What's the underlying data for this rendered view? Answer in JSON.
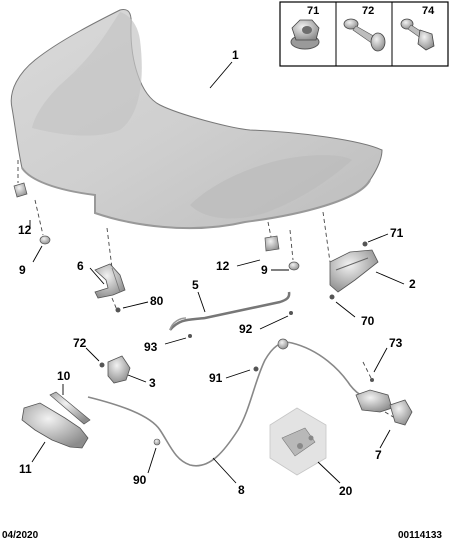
{
  "parts_box": {
    "headers": [
      "71",
      "72",
      "74"
    ]
  },
  "callouts": {
    "c1": "1",
    "c12a": "12",
    "c9a": "9",
    "c6": "6",
    "c80": "80",
    "c12b": "12",
    "c9b": "9",
    "c5": "5",
    "c71": "71",
    "c2": "2",
    "c70": "70",
    "c93": "93",
    "c92": "92",
    "c72": "72",
    "c10": "10",
    "c3": "3",
    "c91": "91",
    "c73": "73",
    "c11": "11",
    "c7": "7",
    "c90": "90",
    "c8": "8",
    "c20": "20"
  },
  "footer": {
    "date": "04/2020",
    "ref": "00114133"
  }
}
